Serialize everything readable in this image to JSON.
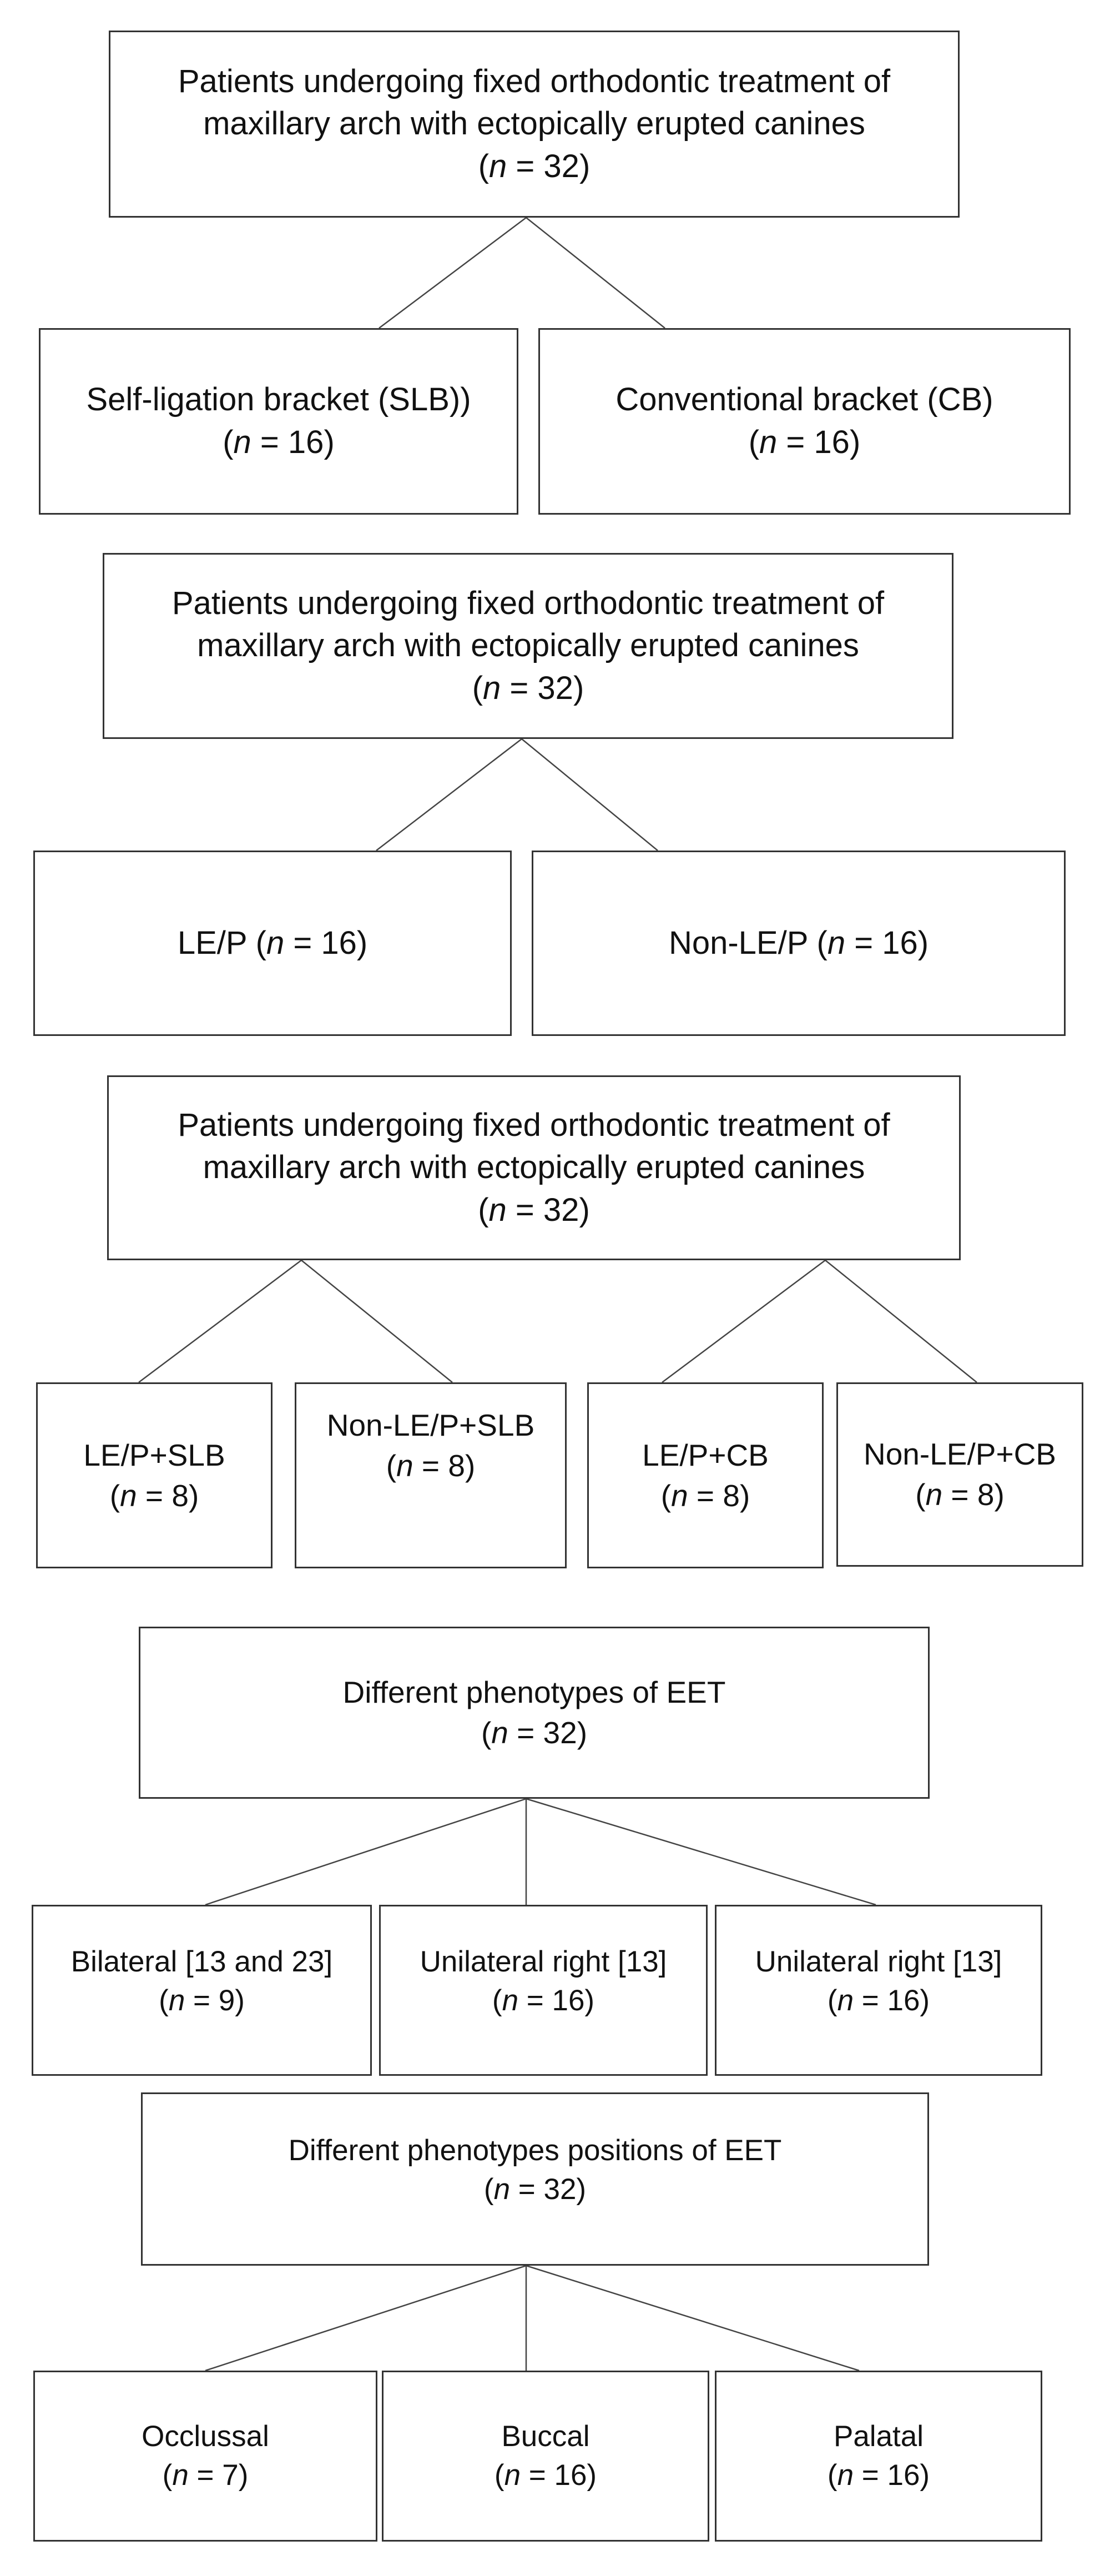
{
  "sections": [
    {
      "root": {
        "lines": [
          "Patients undergoing fixed orthodontic treatment of",
          "maxillary arch with ectopically erupted canines"
        ],
        "n": "32"
      },
      "children": [
        {
          "label": "Self-ligation bracket (SLB))",
          "n": "16"
        },
        {
          "label": "Conventional bracket (CB)",
          "n": "16"
        }
      ]
    },
    {
      "root": {
        "lines": [
          "Patients undergoing fixed orthodontic treatment of",
          "maxillary arch with ectopically erupted canines"
        ],
        "n": "32"
      },
      "children": [
        {
          "label": "LE/P",
          "n": "16"
        },
        {
          "label": "Non-LE/P",
          "n": "16"
        }
      ]
    },
    {
      "root": {
        "lines": [
          "Patients undergoing fixed orthodontic treatment of",
          "maxillary arch with ectopically erupted canines"
        ],
        "n": "32"
      },
      "children": [
        {
          "label": "LE/P+SLB",
          "n": "8"
        },
        {
          "label": "Non-LE/P+SLB",
          "n": "8"
        },
        {
          "label": "LE/P+CB",
          "n": "8"
        },
        {
          "label": "Non-LE/P+CB",
          "n": "8"
        }
      ]
    },
    {
      "root": {
        "lines": [
          "Different phenotypes of EET"
        ],
        "n": "32"
      },
      "children": [
        {
          "label": "Bilateral [13 and 23]",
          "n": "9"
        },
        {
          "label": "Unilateral right [13]",
          "n": "16"
        },
        {
          "label": "Unilateral right [13]",
          "n": "16"
        }
      ]
    },
    {
      "root": {
        "lines": [
          "Different phenotypes positions of EET"
        ],
        "n": "32"
      },
      "children": [
        {
          "label": "Occlussal",
          "n": "7"
        },
        {
          "label": "Buccal",
          "n": "16"
        },
        {
          "label": "Palatal",
          "n": "16"
        }
      ]
    }
  ]
}
